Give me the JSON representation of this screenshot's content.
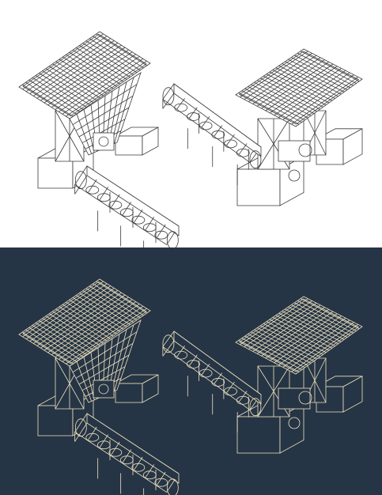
{
  "panels": [
    {
      "name": "light",
      "background": "#ffffff",
      "stroke": "#3a3a3a"
    },
    {
      "name": "dark",
      "background": "#263545",
      "stroke": "#efe2c0"
    }
  ],
  "components": [
    "feeder-hopper-grate",
    "hopper-frame",
    "concrete-base-block",
    "belt-conveyor",
    "conveyor-rollers",
    "conveyor-support-legs",
    "drive-motor"
  ]
}
